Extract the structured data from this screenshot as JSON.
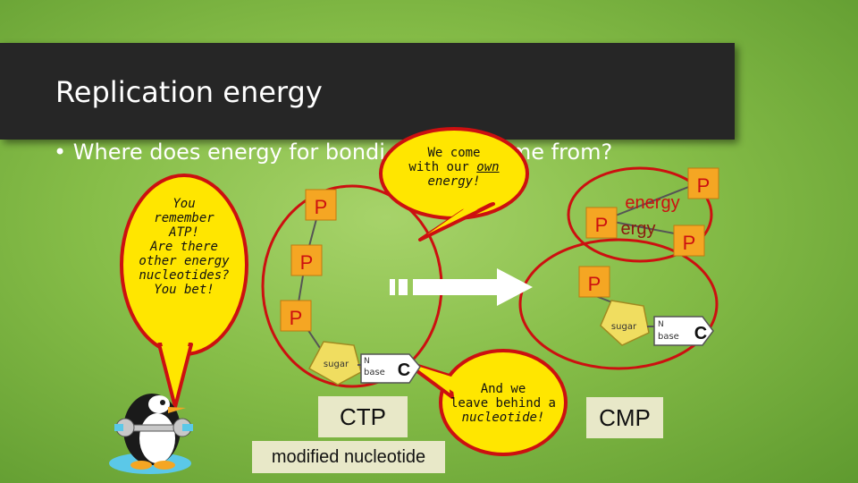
{
  "slide": {
    "title": "Replication energy",
    "bullet_visible": "• Where does energy for bondi",
    "bullet_tail": "come from?"
  },
  "bubbles": {
    "penguin_line1": "You",
    "penguin_line2": "remember",
    "penguin_line3": "ATP!",
    "penguin_line4": "Are there",
    "penguin_line5": "other energy",
    "penguin_line6": "nucleotides?",
    "penguin_line7": "You bet!",
    "top_line1": "We come",
    "top_line2": "with our",
    "top_line2_emph": "own",
    "top_line3": "energy!",
    "bottom_line1": "And we",
    "bottom_line2": "leave behind a",
    "bottom_line3": "nucleotide!"
  },
  "molecule_left": {
    "phosphate_label": "P",
    "sugar_label": "sugar",
    "base_prefix": "N",
    "base_word": "base",
    "base_letter": "C"
  },
  "molecule_right": {
    "phosphate_label": "P",
    "sugar_label": "sugar",
    "base_prefix": "N",
    "base_word": "base",
    "base_letter": "C",
    "released_p1": "P",
    "released_p2": "P",
    "released_p3": "P",
    "energy_word": "energy",
    "energy_ghost": "ergy"
  },
  "labels": {
    "ctp": "CTP",
    "cmp": "CMP",
    "modified": "modified nucleotide"
  },
  "colors": {
    "background": "#86bd48",
    "title_bar": "#262626",
    "phosphate": "#f5a623",
    "bubble": "#ffe600",
    "circle": "#cc1010",
    "sugar": "#f0dd60"
  }
}
